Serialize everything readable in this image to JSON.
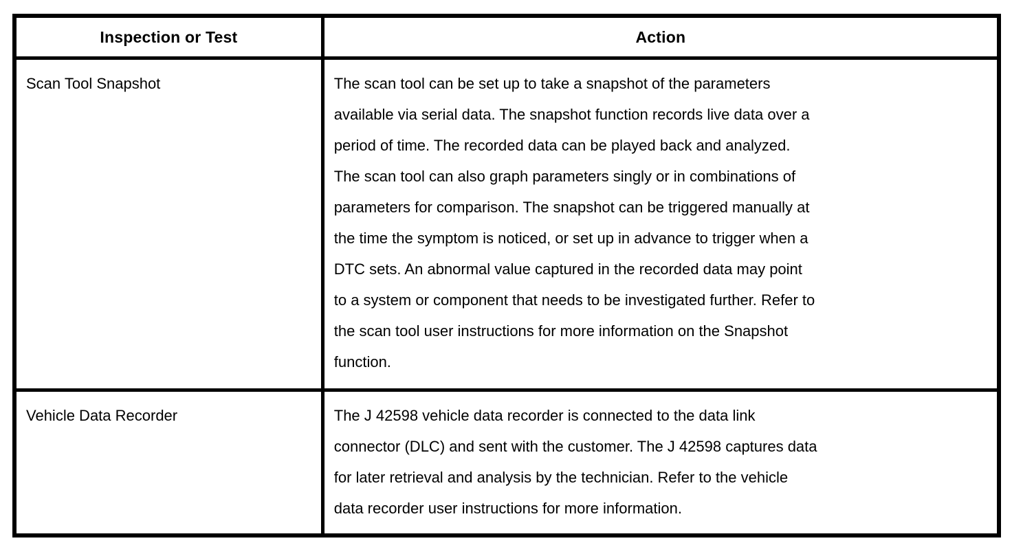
{
  "table": {
    "headers": {
      "inspection": "Inspection or Test",
      "action": "Action"
    },
    "rows": [
      {
        "inspection": "Scan Tool Snapshot",
        "action_lines": [
          "The scan tool can be set up to take a snapshot of the parameters",
          "available via serial data. The snapshot function records live data over a",
          "period of time. The recorded data can be played back and analyzed.",
          "The scan tool can also graph parameters singly or in combinations of",
          "parameters for comparison. The snapshot can be triggered manually at",
          "the time the symptom is noticed, or set up in advance to trigger when a",
          "DTC sets. An abnormal value captured in the recorded data may point",
          "to a system or component that needs to be investigated further. Refer to",
          "the scan tool user instructions for more information on the Snapshot",
          "function."
        ]
      },
      {
        "inspection": "Vehicle Data Recorder",
        "action_lines": [
          "The J 42598 vehicle data recorder is connected to the data link",
          "connector (DLC) and sent with the customer. The J 42598 captures data",
          "for later retrieval and analysis by the technician. Refer to the vehicle",
          "data recorder user instructions for more information."
        ]
      }
    ]
  },
  "colors": {
    "border": "#000000",
    "background": "#ffffff",
    "text": "#000000"
  }
}
